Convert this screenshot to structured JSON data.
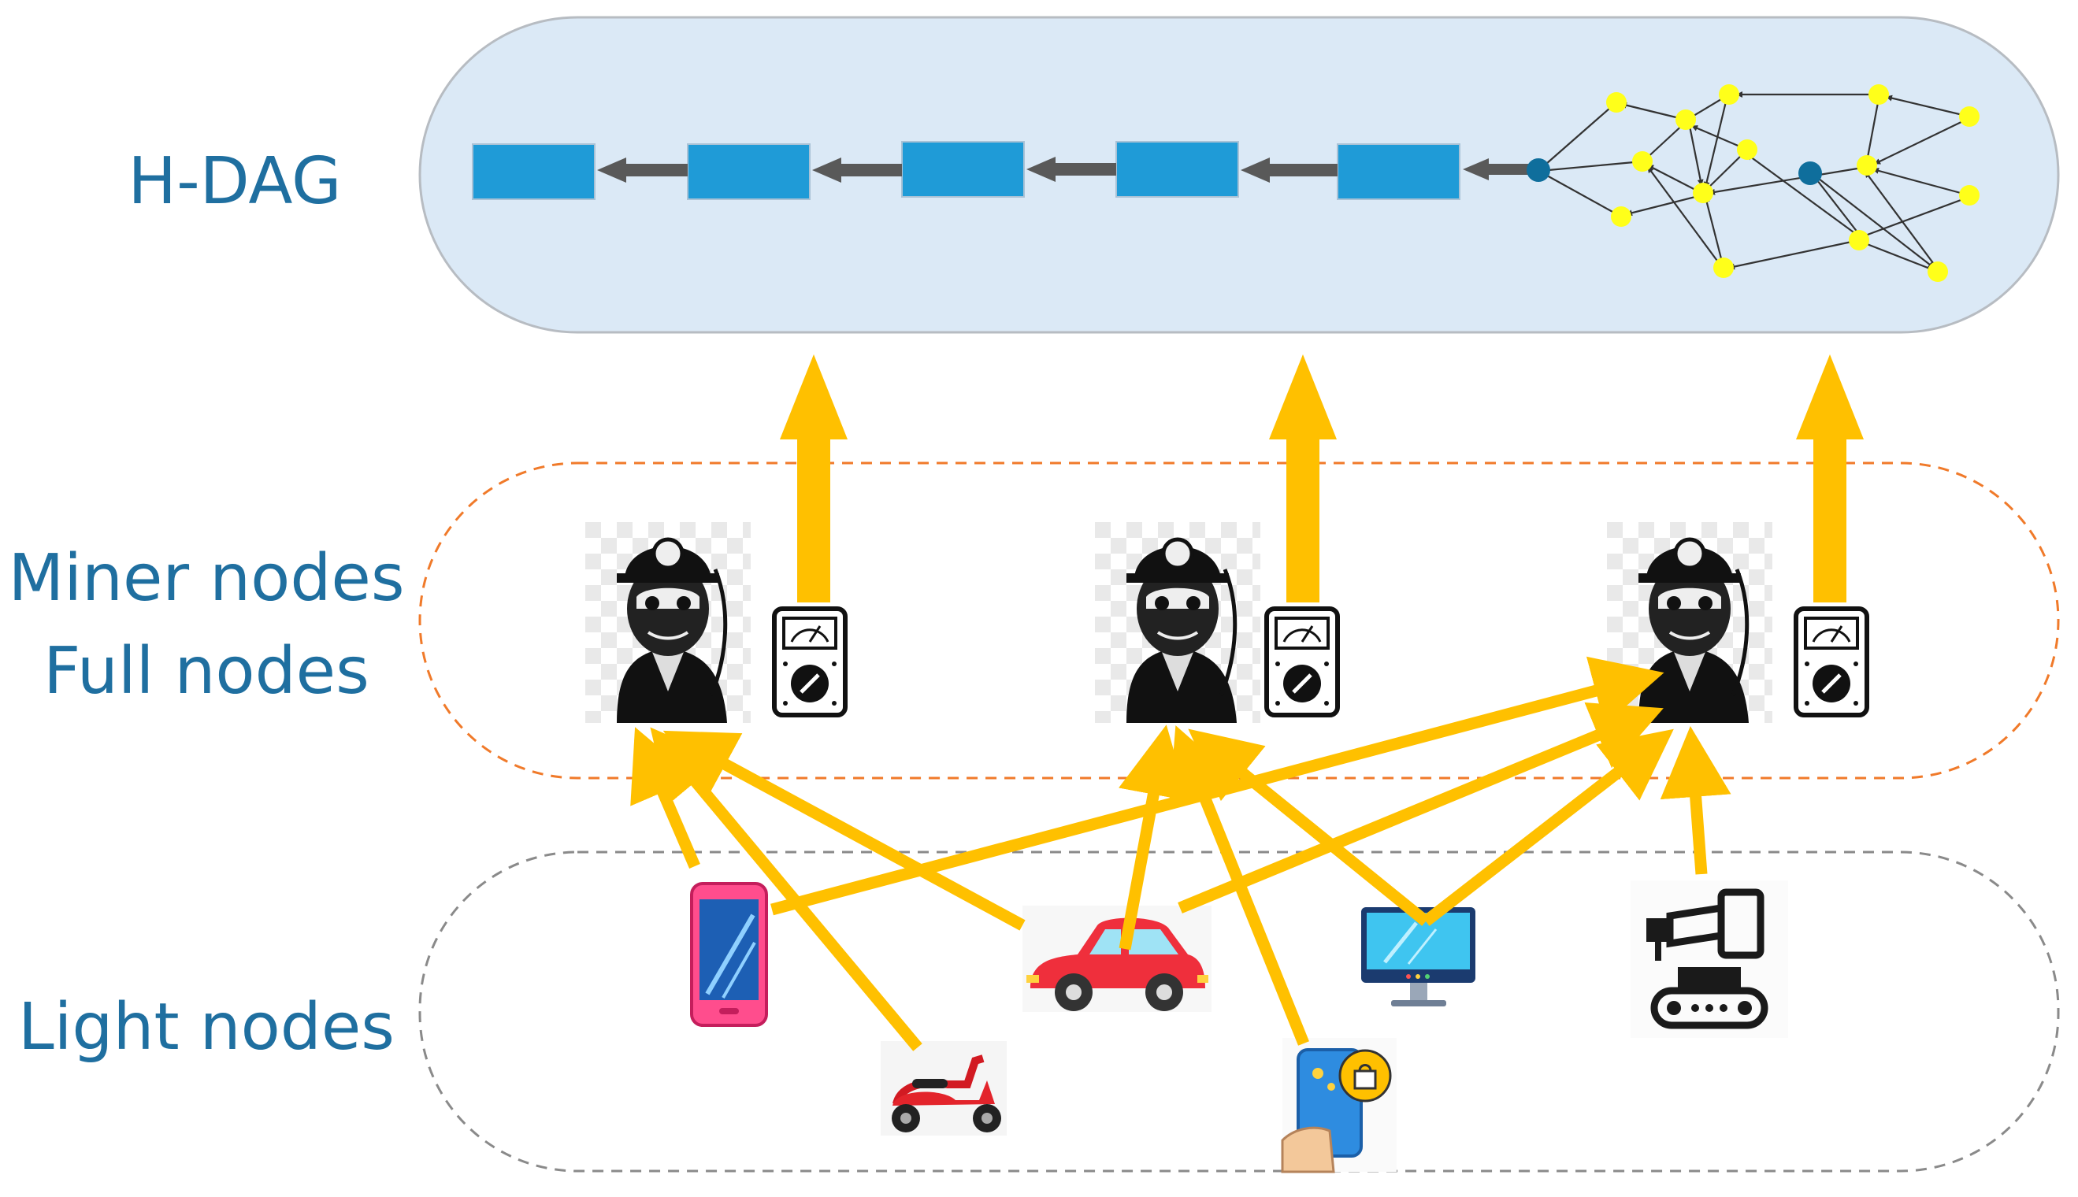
{
  "labels": {
    "hdag": "H-DAG",
    "miner": "Miner nodes",
    "full": "Full nodes",
    "light": "Light nodes"
  },
  "colors": {
    "hdag_fill": "#dbe9f6",
    "hdag_stroke": "#b7bcc2",
    "block": "#1f9bd7",
    "chain_arrow": "#595959",
    "dag_node": "#ffff1a",
    "dag_tip": "#0f6e9c",
    "upload_arrow": "#ffc000",
    "miner_frame": "#f07a2a",
    "light_frame": "#8a8a8a",
    "label_text": "#1f6fa0"
  },
  "icons": {
    "miner": "miner-portrait-icon",
    "meter": "multimeter-icon",
    "phone": "smartphone-icon",
    "car": "car-icon",
    "monitor": "monitor-icon",
    "robot": "industrial-robot-icon",
    "scooter": "scooter-icon",
    "shop": "mobile-shopping-icon"
  }
}
